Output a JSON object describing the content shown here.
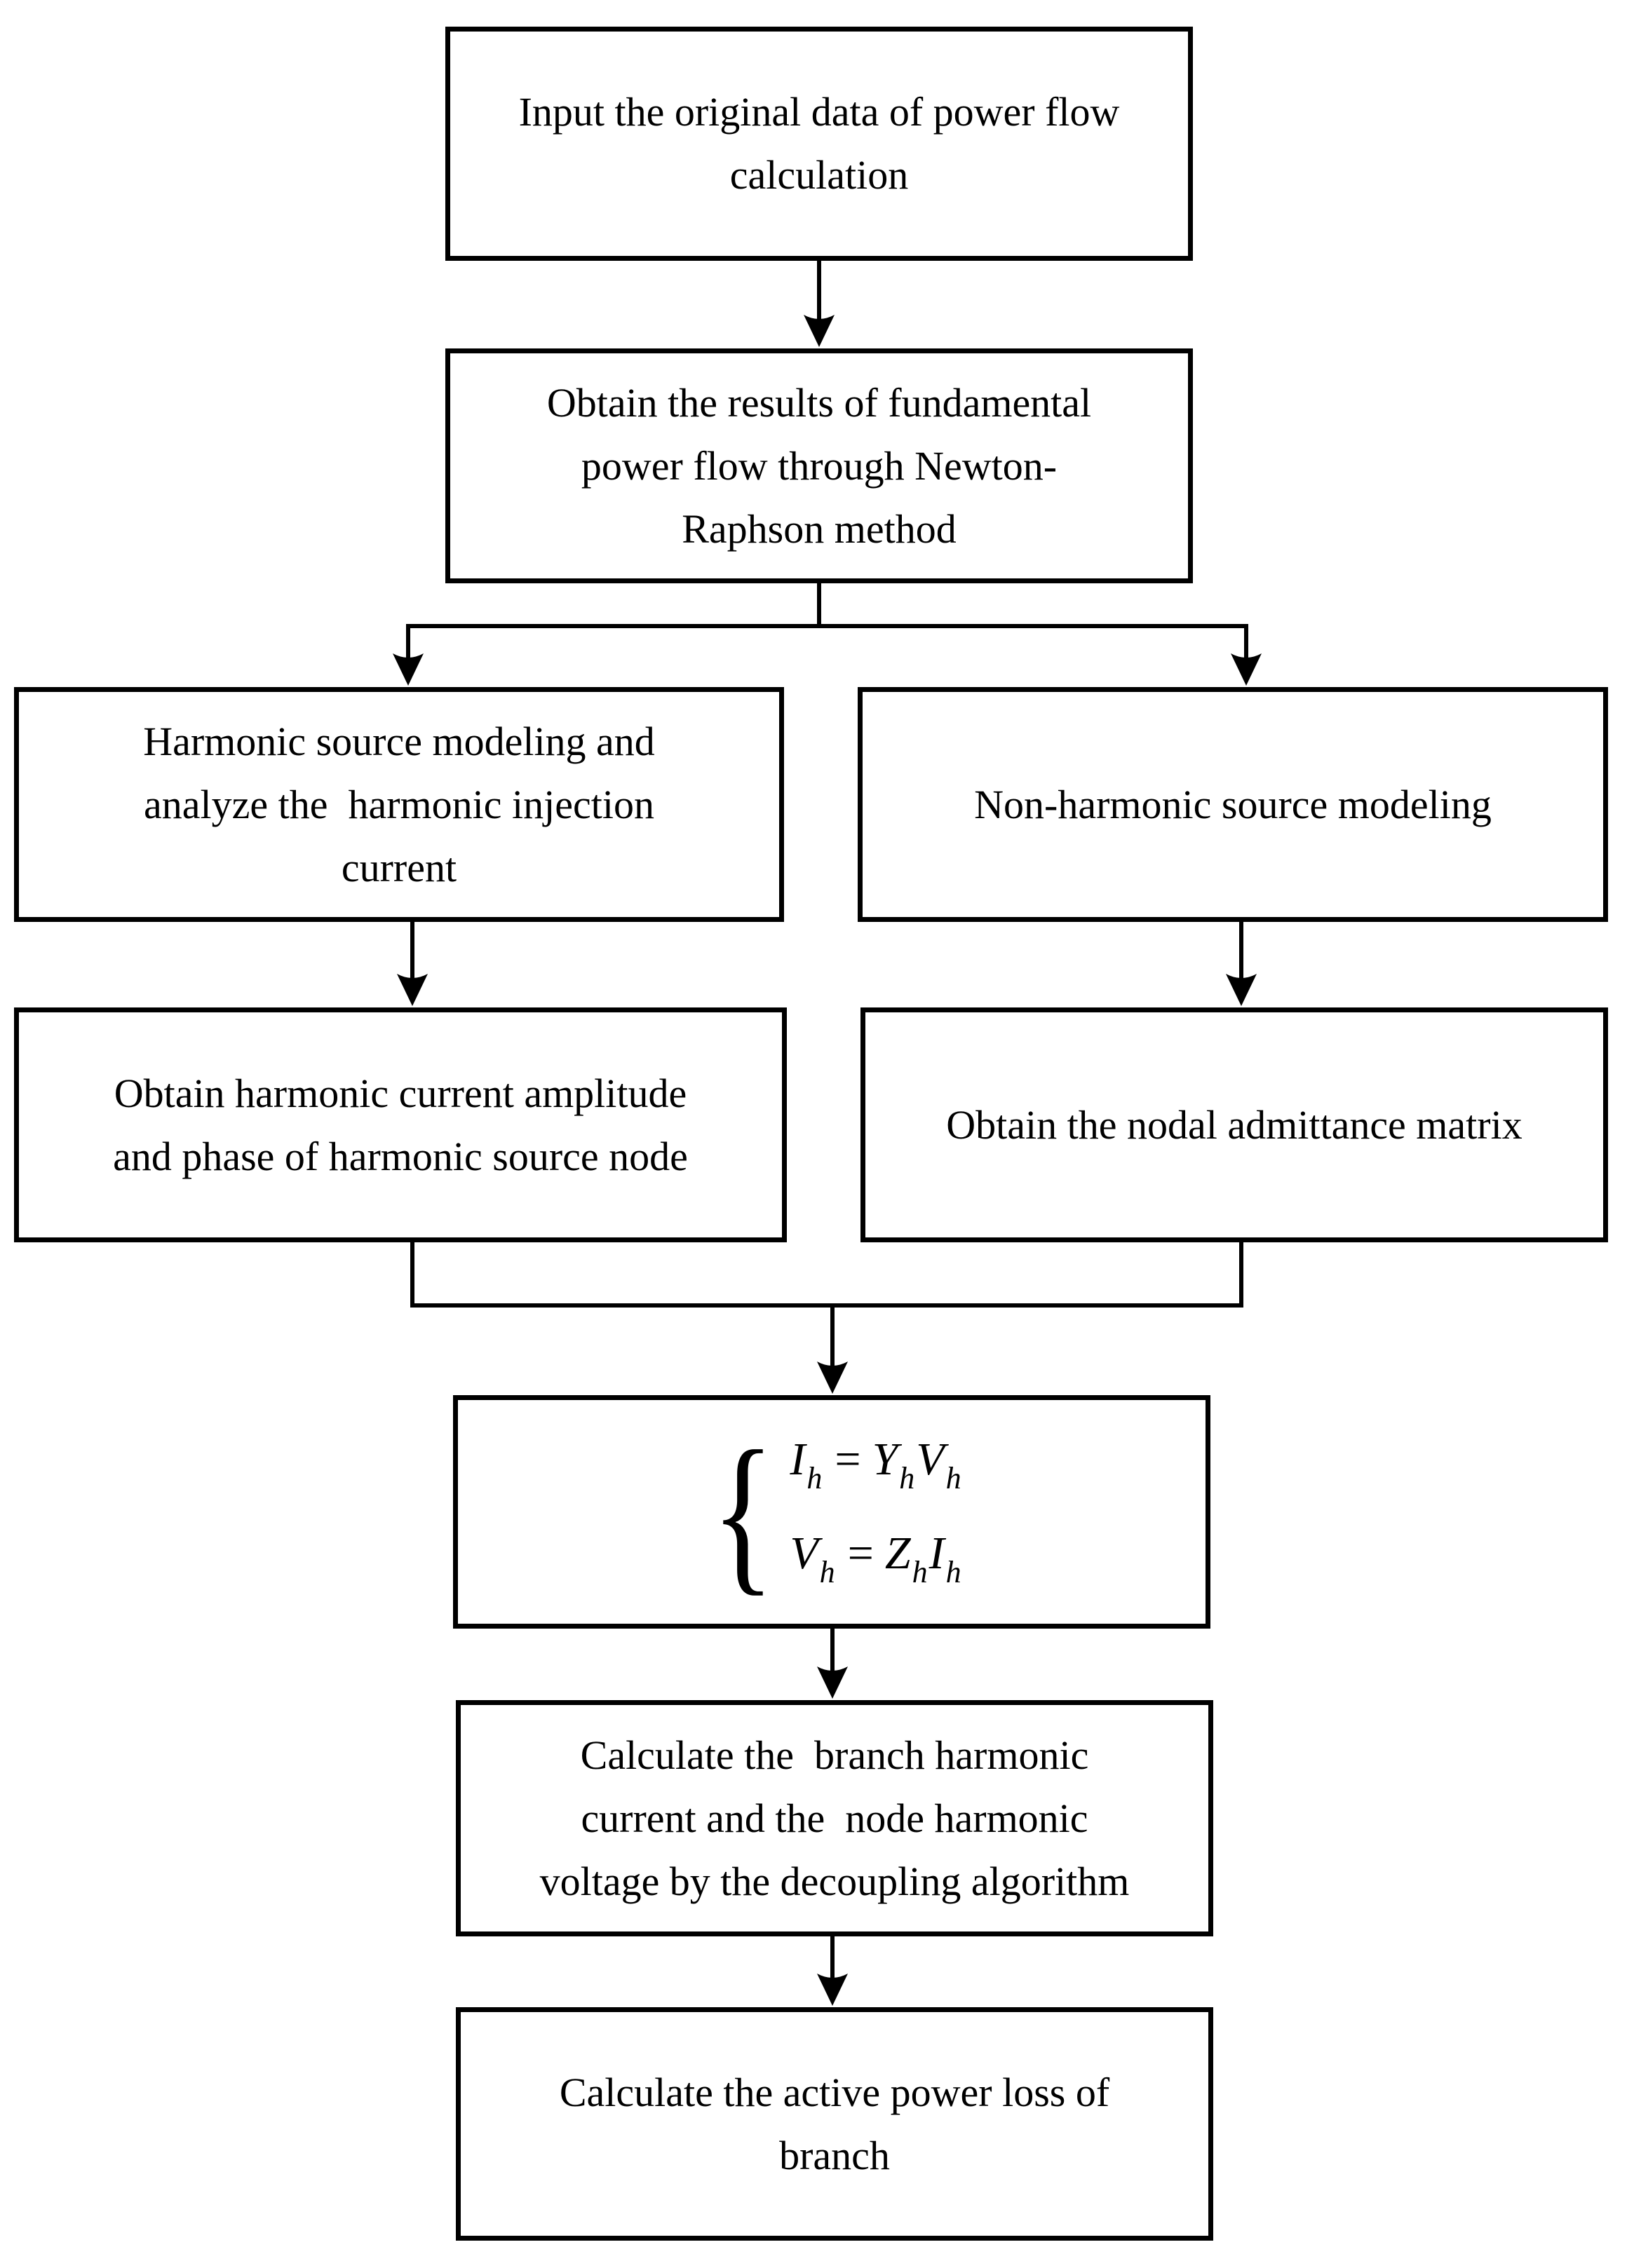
{
  "flowchart": {
    "colors": {
      "line": "#000000",
      "background": "#ffffff",
      "text": "#000000"
    },
    "boxes": {
      "input": {
        "lines": [
          "Input the original data of power flow",
          "calculation"
        ]
      },
      "newton": {
        "lines": [
          "Obtain the results of fundamental",
          "power flow through Newton-",
          "Raphson method"
        ]
      },
      "harmonic_modeling": {
        "lines": [
          "Harmonic source modeling and",
          "analyze the  harmonic injection",
          "current"
        ]
      },
      "non_harmonic_modeling": {
        "lines": [
          "Non-harmonic source modeling"
        ]
      },
      "harmonic_current": {
        "lines": [
          "Obtain harmonic current amplitude",
          "and phase of harmonic source node"
        ]
      },
      "admittance_matrix": {
        "lines": [
          "Obtain the nodal admittance matrix"
        ]
      },
      "equations": {
        "brace": "{",
        "line1": {
          "lhs": "I",
          "lhs_sub": "h",
          "op": "=",
          "t1": "Y",
          "t1_sub": "h",
          "t2": "V",
          "t2_sub": "h"
        },
        "line2": {
          "lhs": "V",
          "lhs_sub": "h",
          "op": "=",
          "t1": "Z",
          "t1_sub": "h",
          "t2": "I",
          "t2_sub": "h"
        }
      },
      "decoupling": {
        "lines": [
          "Calculate the  branch harmonic",
          "current and the  node harmonic",
          "voltage by the decoupling algorithm"
        ]
      },
      "power_loss": {
        "lines": [
          "Calculate the active power loss of",
          "branch"
        ]
      }
    }
  }
}
